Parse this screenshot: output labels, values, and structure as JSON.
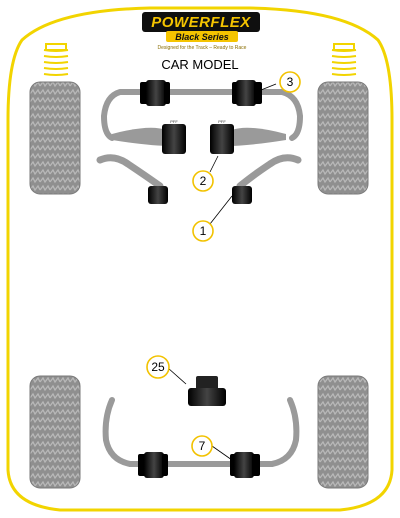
{
  "brand": {
    "name": "POWERFLEX",
    "series": "Black Series",
    "tagline": "Designed for the Track – Ready to Race"
  },
  "diagram": {
    "title": "CAR MODEL",
    "callouts": [
      {
        "id": "3",
        "label": "3"
      },
      {
        "id": "2",
        "label": "2"
      },
      {
        "id": "1",
        "label": "1"
      },
      {
        "id": "25",
        "label": "25"
      },
      {
        "id": "7",
        "label": "7"
      }
    ]
  },
  "colors": {
    "outline": "#f2d400",
    "tyre": "#8f8f8f",
    "tyre_pattern": "#b5b5b5",
    "bar": "#9a9a9a",
    "bushing": "#111111",
    "callout_ring": "#f2c200",
    "logo_bg": "#0f0f0f",
    "logo_text": "#f5c400"
  }
}
